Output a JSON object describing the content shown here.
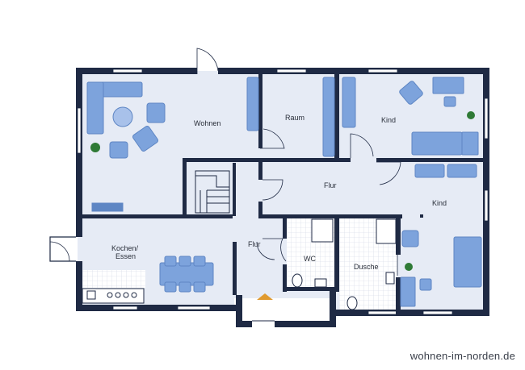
{
  "rooms": {
    "wohnen": "Wohnen",
    "raum": "Raum",
    "kind_top": "Kind",
    "flur_mid": "Flur",
    "kind_right": "Kind",
    "kochen_line1": "Kochen/",
    "kochen_line2": "Essen",
    "flur_low": "Flur",
    "wc": "WC",
    "dusche": "Dusche"
  },
  "watermark": "wohnen-im-norden.de",
  "colors": {
    "wall": "#1f2a44",
    "floor": "#e6ebf5",
    "furniture": "#7da3dc",
    "furniture_dark": "#5e86c4",
    "tile": "#ffffff",
    "plant": "#2f7a36"
  }
}
